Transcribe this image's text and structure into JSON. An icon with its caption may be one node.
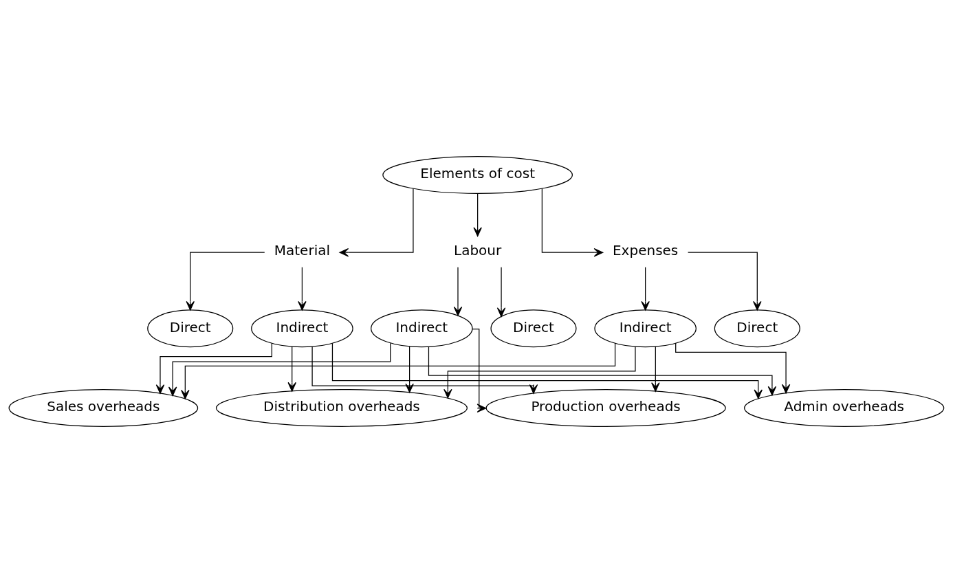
{
  "diagram": {
    "nodes": [
      {
        "text": [
          "Elements of cost"
        ]
      },
      {
        "text": [
          "Material"
        ]
      },
      {
        "text": [
          "Labour"
        ]
      },
      {
        "text": [
          "Expenses"
        ]
      },
      {
        "text": [
          "Direct"
        ]
      },
      {
        "text": [
          "Indirect"
        ]
      },
      {
        "text": [
          "Direct"
        ]
      },
      {
        "text": [
          "Indirect"
        ]
      },
      {
        "text": [
          "Direct"
        ]
      },
      {
        "text": [
          "Indirect"
        ]
      },
      {
        "text": [
          "Production overheads"
        ]
      },
      {
        "text": [
          "Admin overheads"
        ]
      },
      {
        "text": [
          "Sales overheads"
        ]
      },
      {
        "text": [
          "Distribution overheads"
        ]
      }
    ],
    "edges": [
      {
        "from": 0,
        "to": 1,
        "arrow": "to"
      },
      {
        "from": 0,
        "to": 2,
        "arrow": "to"
      },
      {
        "from": 0,
        "to": 3,
        "arrow": "to"
      },
      {
        "from": 1,
        "to": 4,
        "arrow": "to"
      },
      {
        "from": 1,
        "to": 5,
        "arrow": "to"
      },
      {
        "from": 2,
        "to": 6,
        "arrow": "to"
      },
      {
        "from": 2,
        "to": 7,
        "arrow": "to"
      },
      {
        "from": 3,
        "to": 8,
        "arrow": "to"
      },
      {
        "from": 3,
        "to": 9,
        "arrow": "to"
      },
      {
        "from": 5,
        "to": 10,
        "arrow": "to"
      },
      {
        "from": 5,
        "to": 11,
        "arrow": "to"
      },
      {
        "from": 5,
        "to": 12,
        "arrow": "to"
      },
      {
        "from": 5,
        "to": 13,
        "arrow": "to"
      },
      {
        "from": 7,
        "to": 10,
        "arrow": "to"
      },
      {
        "from": 7,
        "to": 11,
        "arrow": "to"
      },
      {
        "from": 7,
        "to": 12,
        "arrow": "to"
      },
      {
        "from": 7,
        "to": 13,
        "arrow": "to"
      },
      {
        "from": 9,
        "to": 10,
        "arrow": "to"
      },
      {
        "from": 9,
        "to": 11,
        "arrow": "to"
      },
      {
        "from": 9,
        "to": 12,
        "arrow": "to"
      },
      {
        "from": 9,
        "to": 13,
        "arrow": "to"
      }
    ]
  }
}
